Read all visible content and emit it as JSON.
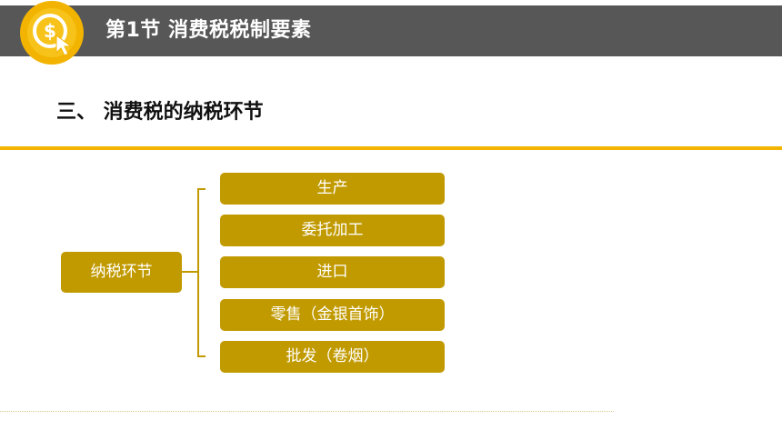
{
  "header": {
    "title": "第1节 消费税税制要素"
  },
  "section": {
    "title": "三、 消费税的纳税环节"
  },
  "diagram": {
    "root": "纳税环节",
    "children": [
      "生产",
      "委托加工",
      "进口",
      "零售（金银首饰）",
      "批发（卷烟）"
    ]
  },
  "colors": {
    "header_bg": "#575757",
    "accent_gold": "#f2b400",
    "box_fill": "#c19a00"
  }
}
